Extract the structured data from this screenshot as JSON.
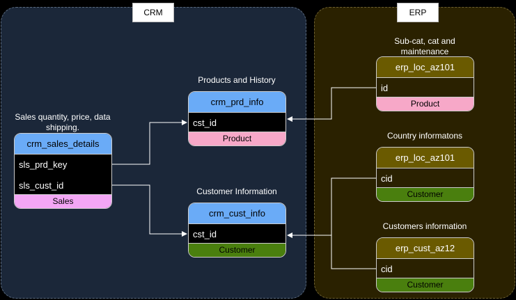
{
  "crm": {
    "label": "CRM",
    "captions": {
      "sales": "Sales quantity, price, data shipping.",
      "products": "Products and History",
      "customer": "Customer Information"
    },
    "sales_details": {
      "title": "crm_sales_details",
      "fields": [
        "sls_prd_key",
        "sls_cust_id"
      ],
      "footer": "Sales"
    },
    "prd_info": {
      "title": "crm_prd_info",
      "fields": [
        "cst_id"
      ],
      "footer": "Product"
    },
    "cust_info": {
      "title": "crm_cust_info",
      "fields": [
        "cst_id"
      ],
      "footer": "Customer"
    }
  },
  "erp": {
    "label": "ERP",
    "captions": {
      "subcat": "Sub-cat, cat and maintenance",
      "country": "Country informatons",
      "customers": "Customers information"
    },
    "loc_top": {
      "title": "erp_loc_az101",
      "fields": [
        "id"
      ],
      "footer": "Product"
    },
    "loc_mid": {
      "title": "erp_loc_az101",
      "fields": [
        "cid"
      ],
      "footer": "Customer"
    },
    "cust_az12": {
      "title": "erp_cust_az12",
      "fields": [
        "cid"
      ],
      "footer": "Customer"
    }
  },
  "colors": {
    "crm_background": "#1b2739",
    "erp_background": "#2a2100",
    "crm_header": "#6aabf7",
    "erp_header": "#6a5a00",
    "product_footer": "#f7a8c8",
    "sales_footer": "#f3a6f5",
    "customer_footer": "#4a7f0e",
    "connector": "#ffffff"
  }
}
